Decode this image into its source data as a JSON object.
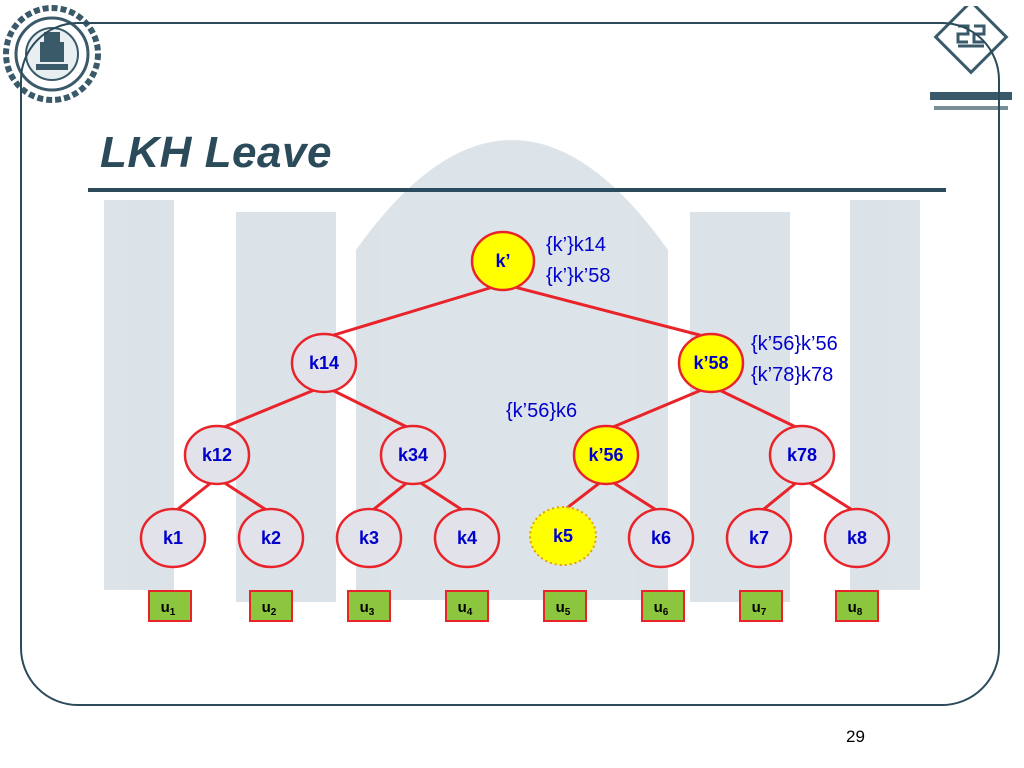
{
  "slide": {
    "title": "LKH Leave",
    "page_number": "29"
  },
  "colors": {
    "edge": "#e8242a",
    "node_fill": "#e2e2ea",
    "highlight_fill": "#ffff00",
    "user_fill": "#8cc63f",
    "text": "#0000cc",
    "frame": "#2b4a5a"
  },
  "tree": {
    "nodes": [
      {
        "id": "root",
        "label": "k’",
        "highlight": true
      },
      {
        "id": "k14",
        "label": "k14",
        "highlight": false
      },
      {
        "id": "k58",
        "label": "k’58",
        "highlight": true
      },
      {
        "id": "k12",
        "label": "k12",
        "highlight": false
      },
      {
        "id": "k34",
        "label": "k34",
        "highlight": false
      },
      {
        "id": "k56",
        "label": "k’56",
        "highlight": true
      },
      {
        "id": "k78",
        "label": "k78",
        "highlight": false
      },
      {
        "id": "k1",
        "label": "k1",
        "highlight": false
      },
      {
        "id": "k2",
        "label": "k2",
        "highlight": false
      },
      {
        "id": "k3",
        "label": "k3",
        "highlight": false
      },
      {
        "id": "k4",
        "label": "k4",
        "highlight": false
      },
      {
        "id": "k5",
        "label": "k5",
        "highlight": true,
        "dotted": true
      },
      {
        "id": "k6",
        "label": "k6",
        "highlight": false
      },
      {
        "id": "k7",
        "label": "k7",
        "highlight": false
      },
      {
        "id": "k8",
        "label": "k8",
        "highlight": false
      }
    ],
    "edges": [
      [
        "root",
        "k14"
      ],
      [
        "root",
        "k58"
      ],
      [
        "k14",
        "k12"
      ],
      [
        "k14",
        "k34"
      ],
      [
        "k58",
        "k56"
      ],
      [
        "k58",
        "k78"
      ],
      [
        "k12",
        "k1"
      ],
      [
        "k12",
        "k2"
      ],
      [
        "k34",
        "k3"
      ],
      [
        "k34",
        "k4"
      ],
      [
        "k56",
        "k5"
      ],
      [
        "k56",
        "k6"
      ],
      [
        "k78",
        "k7"
      ],
      [
        "k78",
        "k8"
      ]
    ],
    "users": [
      {
        "letter": "u",
        "sub": "1"
      },
      {
        "letter": "u",
        "sub": "2"
      },
      {
        "letter": "u",
        "sub": "3"
      },
      {
        "letter": "u",
        "sub": "4"
      },
      {
        "letter": "u",
        "sub": "5"
      },
      {
        "letter": "u",
        "sub": "6"
      },
      {
        "letter": "u",
        "sub": "7"
      },
      {
        "letter": "u",
        "sub": "8"
      }
    ]
  },
  "annotations": {
    "root_line1": "{k’}k14",
    "root_line2": "{k’}k’58",
    "k58_line1": "{k’56}k’56",
    "k58_line2": "{k’78}k78",
    "k56_line1": "{k’56}k6"
  }
}
